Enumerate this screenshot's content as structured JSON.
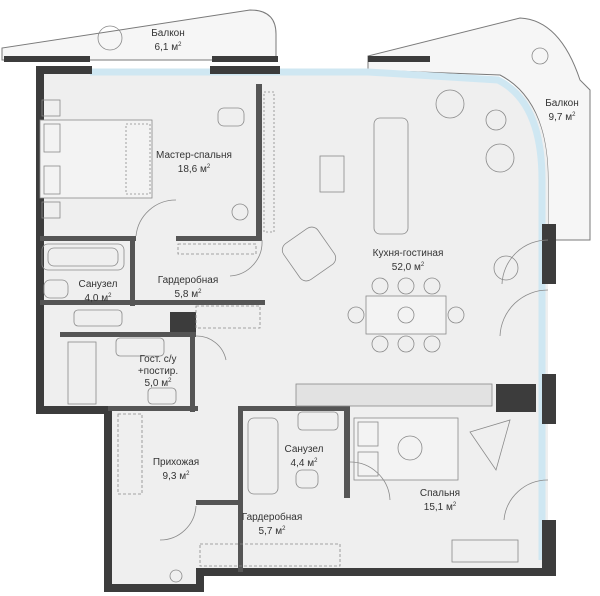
{
  "colors": {
    "wall": "#3c3c3c",
    "floor": "#efefef",
    "balcony": "#f7f7f7",
    "glass": "#cfe7f2",
    "furniture": "#8a8a8a",
    "text": "#333333"
  },
  "rooms": [
    {
      "id": "balcony-top",
      "name": "Балкон",
      "area": "6,1 м",
      "sup": "2"
    },
    {
      "id": "balcony-right",
      "name": "Балкон",
      "area": "9,7 м",
      "sup": "2"
    },
    {
      "id": "master-bedroom",
      "name": "Мастер-спальня",
      "area": "18,6 м",
      "sup": "2"
    },
    {
      "id": "kitchen-living",
      "name": "Кухня-гостиная",
      "area": "52,0 м",
      "sup": "2"
    },
    {
      "id": "bathroom-1",
      "name": "Санузел",
      "area": "4,0 м",
      "sup": "2"
    },
    {
      "id": "dressing-1",
      "name": "Гардеробная",
      "area": "5,8 м",
      "sup": "2"
    },
    {
      "id": "guest-bath",
      "name": "Гост. с/у",
      "name2": "+постир.",
      "area": "5,0 м",
      "sup": "2"
    },
    {
      "id": "hallway",
      "name": "Прихожая",
      "area": "9,3 м",
      "sup": "2"
    },
    {
      "id": "bathroom-2",
      "name": "Санузел",
      "area": "4,4 м",
      "sup": "2"
    },
    {
      "id": "dressing-2",
      "name": "Гардеробная",
      "area": "5,7 м",
      "sup": "2"
    },
    {
      "id": "bedroom",
      "name": "Спальня",
      "area": "15,1 м",
      "sup": "2"
    }
  ]
}
